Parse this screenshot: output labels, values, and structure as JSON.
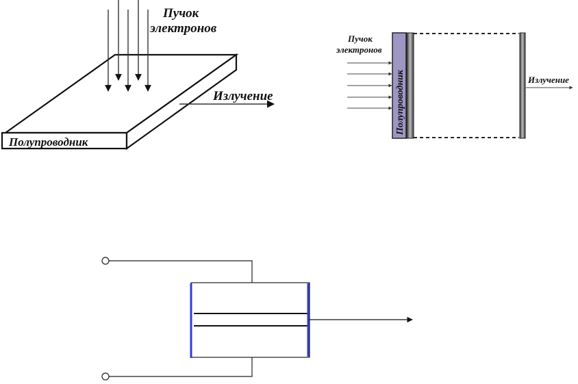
{
  "diagram1": {
    "beam_label_line1": "Пучок",
    "beam_label_line2": "электронов",
    "emission_label": "Излучение",
    "semiconductor_label": "Полупроводник"
  },
  "diagram2": {
    "beam_label_line1": "Пучок",
    "beam_label_line2": "электронов",
    "emission_label": "Излучение",
    "semiconductor_label": "Полупроводник",
    "colors": {
      "semiconductor_fill": "#9d97c4",
      "mirror_fill": "#6e6e6e"
    }
  },
  "diagram3": {
    "colors": {
      "mirror_line": "#2e3cd8"
    }
  }
}
